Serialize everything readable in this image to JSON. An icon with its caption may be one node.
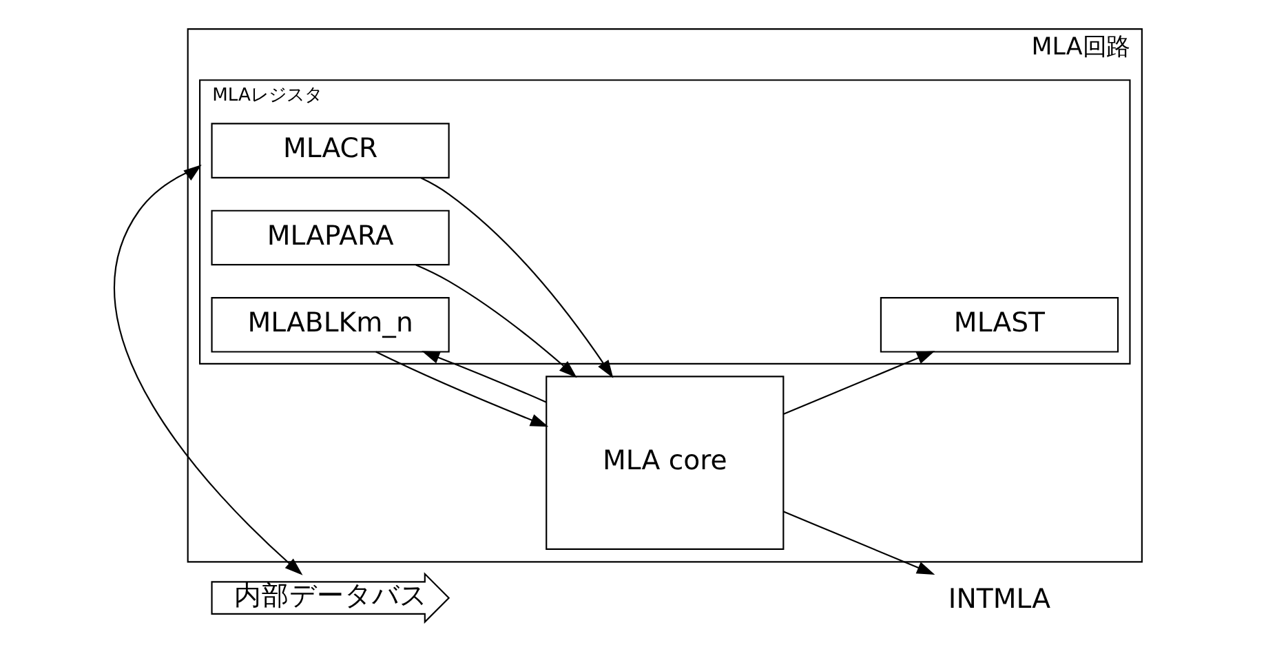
{
  "diagram": {
    "nodes": [
      {
        "text": [
          "内部データバス"
        ]
      },
      {
        "text": [
          "MLA回路"
        ]
      },
      {
        "text": [
          "MLAレジスタ"
        ],
        "in": 1
      },
      {
        "text": [
          "MLACR"
        ],
        "in": 2
      },
      {
        "text": [
          "MLAST"
        ],
        "in": 2
      },
      {
        "text": [
          "MLAPARA"
        ],
        "in": 2
      },
      {
        "text": [
          "MLABLKm_n"
        ],
        "in": 2
      },
      {
        "text": [
          "MLA core"
        ],
        "in": 1
      },
      {
        "text": [
          "INTMLA"
        ]
      }
    ],
    "edges": [
      {
        "from": 0,
        "to": 2,
        "arrow": "both"
      },
      {
        "from": 3,
        "to": 7,
        "arrow": "to"
      },
      {
        "from": 7,
        "to": 4,
        "arrow": "to"
      },
      {
        "from": 5,
        "to": 7,
        "arrow": "to"
      },
      {
        "from": 6,
        "to": 7,
        "arrow": "to"
      },
      {
        "from": 7,
        "to": 6,
        "arrow": "to"
      },
      {
        "from": 7,
        "to": 8,
        "arrow": "to"
      }
    ]
  }
}
